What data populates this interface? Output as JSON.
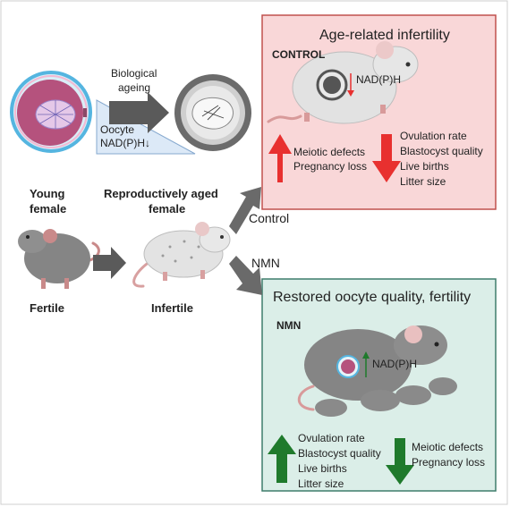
{
  "top_left": {
    "biological_ageing_line1": "Biological",
    "biological_ageing_line2": "ageing",
    "oocyte_label": "Oocyte",
    "nadph_label": "NAD(P)H"
  },
  "young": {
    "label_line1": "Young",
    "label_line2": "female",
    "status": "Fertile"
  },
  "aged": {
    "label_line1": "Reproductively aged",
    "label_line2": "female",
    "status": "Infertile"
  },
  "arrows": {
    "control": "Control",
    "nmn": "NMN"
  },
  "control_panel": {
    "title": "Age-related infertility",
    "group": "CONTROL",
    "nadph": "NAD(P)H",
    "up_items": [
      "Meiotic defects",
      "Pregnancy loss"
    ],
    "down_items": [
      "Ovulation rate",
      "Blastocyst quality",
      "Live births",
      "Litter size"
    ]
  },
  "nmn_panel": {
    "title": "Restored oocyte quality, fertility",
    "group": "NMN",
    "nadph": "NAD(P)H",
    "up_items": [
      "Ovulation rate",
      "Blastocyst quality",
      "Live births",
      "Litter size"
    ],
    "down_items": [
      "Meiotic defects",
      "Pregnancy loss"
    ]
  },
  "colors": {
    "control_bg": "#f9d7d8",
    "control_border": "#c0504d",
    "nmn_bg": "#dbeee8",
    "nmn_border": "#3e7d6c",
    "up_red": "#e8302f",
    "green": "#1f7a2c",
    "mouse_grey": "#8a8a8a",
    "aged_mouse": "#e6e6e6"
  }
}
